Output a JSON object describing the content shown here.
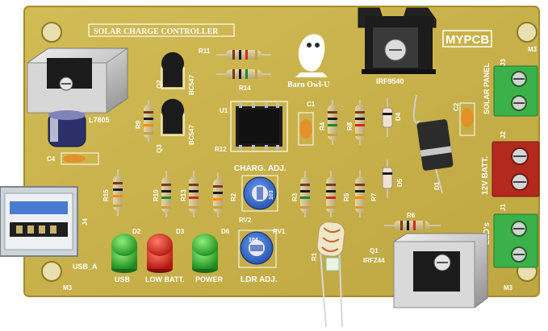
{
  "board": {
    "title": "SOLAR CHARGE CONTROLLER",
    "brand": "MYPCB",
    "mascot": "Barn Owl-U",
    "colors": {
      "pcb": "#c9b24a",
      "pcb_edge": "#b59a33",
      "silk": "#ffffff"
    }
  },
  "labels": {
    "l7805": "L7805",
    "irf9540": "IRF9540",
    "irfz44": "IRFZ44",
    "bc547_top": "BC547",
    "bc547_bot": "BC547",
    "q2": "Q2",
    "q3": "Q3",
    "q1": "Q1",
    "u1": "U1",
    "r11": "R11",
    "r14": "R14",
    "r12": "R12",
    "r9": "R9",
    "r4": "R4",
    "r8": "R8",
    "r15": "R15",
    "r10": "R10",
    "r13": "R13",
    "r2": "R2",
    "r3": "R3",
    "r5": "R5",
    "r7": "R7",
    "r6": "R6",
    "r1": "R1",
    "c1": "C1",
    "c2": "C2",
    "c4": "C4",
    "d1": "D1",
    "d4": "D4",
    "d5": "D5",
    "d2": "D2",
    "d3": "D3",
    "d6": "D6",
    "j1": "J1",
    "j2": "J2",
    "j3": "J3",
    "j4": "J4",
    "m3_tl": "M3",
    "m3_tr": "M3",
    "m3_bl": "M3",
    "m3_br": "M3",
    "rv1": "RV1",
    "rv2": "RV2",
    "pot_code_1": "104",
    "pot_code_2": "103",
    "charg_adj": "CHARG. ADJ.",
    "ldr_adj": "LDR ADJ.",
    "usb": "USB",
    "low_batt": "LOW BATT.",
    "power": "POWER",
    "usb_a": "USB_A",
    "solar_panel": "SOLAR PANEL",
    "batt_12v": "12V BATT.",
    "leds": "LED's"
  }
}
